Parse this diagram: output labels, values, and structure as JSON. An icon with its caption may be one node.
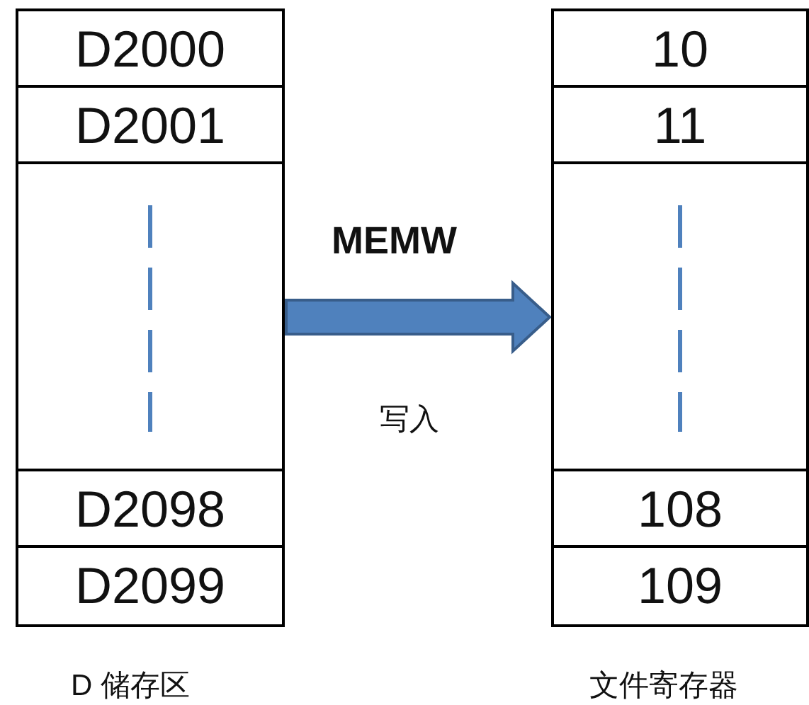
{
  "diagram": {
    "nodes": [
      {
        "text": [],
        "shape": "box"
      },
      {
        "text": [
          "D2000"
        ],
        "in": 0
      },
      {
        "text": [
          "D2001"
        ],
        "in": 0
      },
      {
        "text": [],
        "shape": "box",
        "in": 0
      },
      {
        "text": [
          "D2098"
        ],
        "in": 0
      },
      {
        "text": [
          "D2099"
        ],
        "in": 0
      },
      {
        "text": [],
        "shape": "box"
      },
      {
        "text": [
          "10"
        ],
        "in": 6
      },
      {
        "text": [
          "11"
        ],
        "in": 6
      },
      {
        "text": [],
        "shape": "box",
        "in": 6
      },
      {
        "text": [
          "108"
        ],
        "in": 6
      },
      {
        "text": [
          "109"
        ],
        "in": 6
      }
    ],
    "edges": [
      {
        "from": 0,
        "to": 6,
        "arrow": "to",
        "label": "MEMW"
      }
    ],
    "labels": [
      "写入",
      "D 储存区",
      "文件寄存器"
    ]
  }
}
